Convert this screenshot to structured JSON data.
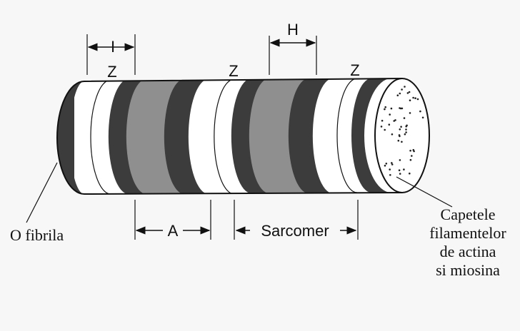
{
  "labels": {
    "i": "I",
    "h": "H",
    "z1": "Z",
    "z2": "Z",
    "z3": "Z",
    "a": "A",
    "sarcomer": "Sarcomer",
    "fibrila": "O fibrila",
    "caption": [
      "Capetele",
      "filamentelor",
      "de actina",
      "si miosina"
    ]
  },
  "colors": {
    "background": "#f7f7f7",
    "outline": "#111111",
    "light_band": "#ffffff",
    "a_band": "#8f8f8f",
    "dark_band": "#3c3c3c",
    "end_face": "#ffffff",
    "dots": "#222222"
  }
}
